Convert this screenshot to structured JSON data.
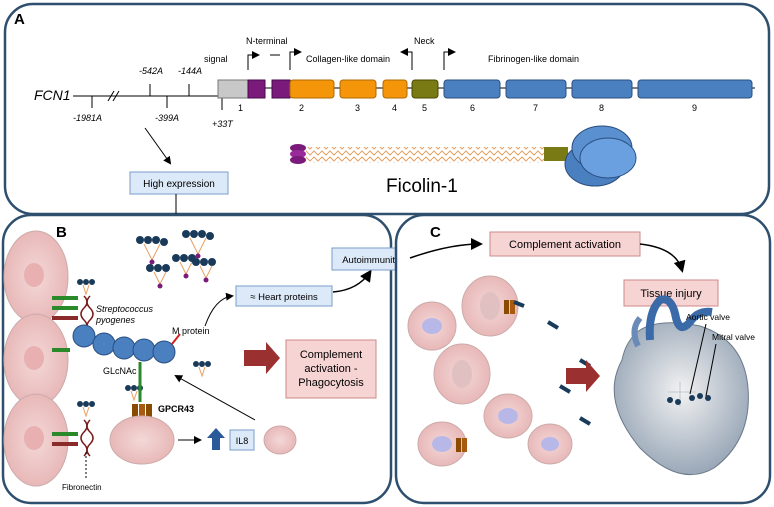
{
  "panel_a": {
    "letter": "A",
    "gene": "FCN1",
    "snps_above": [
      "-542A",
      "-144A"
    ],
    "snps_below": [
      "-1981A",
      "-399A",
      "+33T"
    ],
    "domains": {
      "signal": "signal",
      "n_terminal": "N-terminal",
      "collagen": "Collagen-like domain",
      "neck": "Neck",
      "fibrinogen": "Fibrinogen-like domain"
    },
    "exons": [
      "1",
      "2",
      "3",
      "4",
      "5",
      "6",
      "7",
      "8",
      "9"
    ],
    "protein": "Ficolin-1",
    "high_expression": "High expression"
  },
  "panel_b": {
    "letter": "B",
    "bacterium_line1": "Streptococcus",
    "bacterium_line2": "pyogenes",
    "m_protein": "M protein",
    "glcnac": "GLcNAc",
    "gpcr": "GPCR43",
    "il8": "IL8",
    "fibronectin": "Fibronectin",
    "heart_proteins": "≈ Heart proteins",
    "autoimmunity": "Autoimmunity",
    "complement_line1": "Complement",
    "complement_line2": "activation -",
    "complement_line3": "Phagocytosis"
  },
  "panel_c": {
    "letter": "C",
    "complement_activation": "Complement  activation",
    "tissue_injury": "Tissue injury",
    "aortic_valve": "Aortic valve",
    "mitral_valve": "Mitral valve"
  },
  "colors": {
    "panel_border": "#2f4f6f",
    "blue_box": "#dce9f8",
    "pink_box": "#f7d4d4",
    "signal_gray": "#c8c8c8",
    "purple": "#7a1a7a",
    "orange": "#f5960a",
    "olive": "#7a7a14",
    "exon_blue": "#4a7fc0",
    "arrow_red": "#9b3030"
  }
}
